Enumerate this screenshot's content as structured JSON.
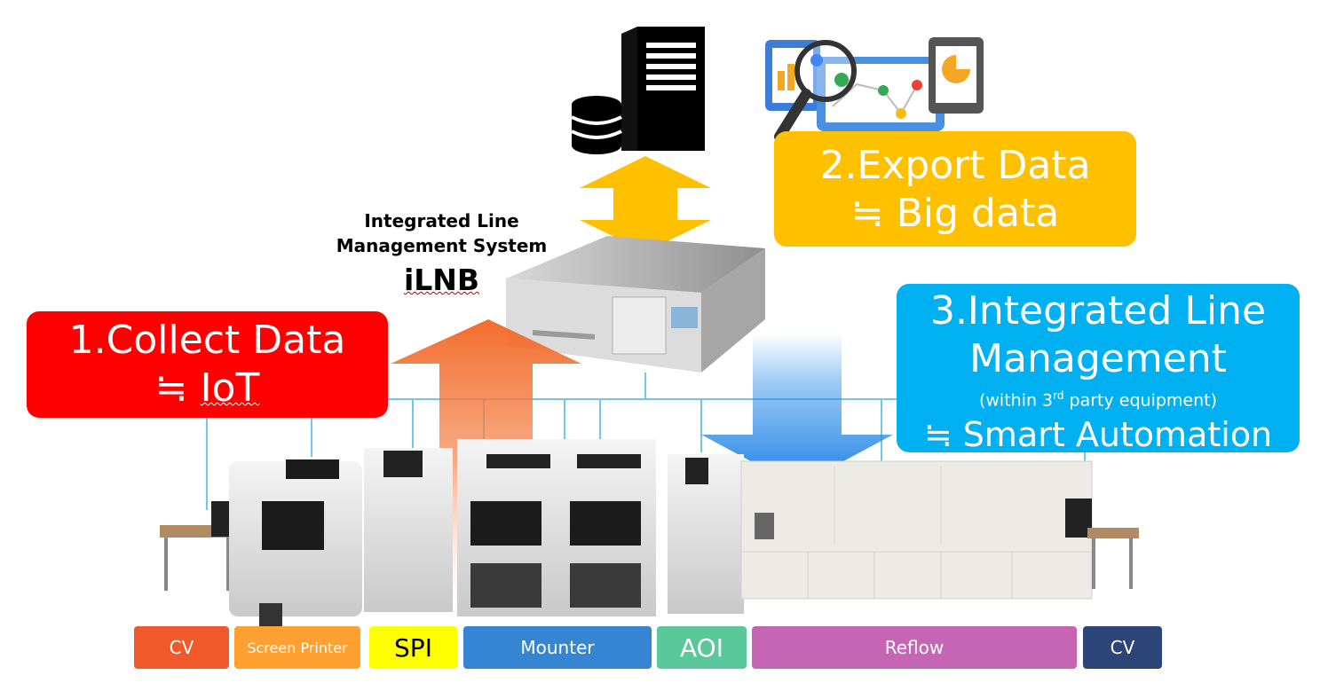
{
  "system_label": {
    "line1": "Integrated Line",
    "line2": "Management System",
    "name": "iLNB"
  },
  "callouts": {
    "collect": {
      "line1": "1.Collect Data",
      "line2_prefix": "≒ ",
      "line2_term": "IoT",
      "color": "#ff0000"
    },
    "export": {
      "line1": "2.Export Data",
      "line2": "≒ Big data",
      "color": "#ffc000"
    },
    "integrated": {
      "line1": "3.Integrated Line",
      "line2": "Management",
      "note_prefix": "(within 3",
      "note_sup": "rd",
      "note_suffix": " party equipment)",
      "line4": "≒ Smart Automation",
      "color": "#00b0f0"
    }
  },
  "equipment_labels": [
    {
      "label": "CV",
      "color": "#f05a2a"
    },
    {
      "label": "Screen Printer",
      "color": "#ffa030"
    },
    {
      "label": "SPI",
      "color": "#ffff00"
    },
    {
      "label": "Mounter",
      "color": "#3585d2"
    },
    {
      "label": "AOI",
      "color": "#5ac89a"
    },
    {
      "label": "Reflow",
      "color": "#c565b4"
    },
    {
      "label": "CV",
      "color": "#2c4477"
    }
  ],
  "icons": [
    "database-server-icon",
    "analytics-magnifier-icon",
    "tablet-pie-chart-icon",
    "server-appliance-icon",
    "smt-production-line-icon"
  ]
}
